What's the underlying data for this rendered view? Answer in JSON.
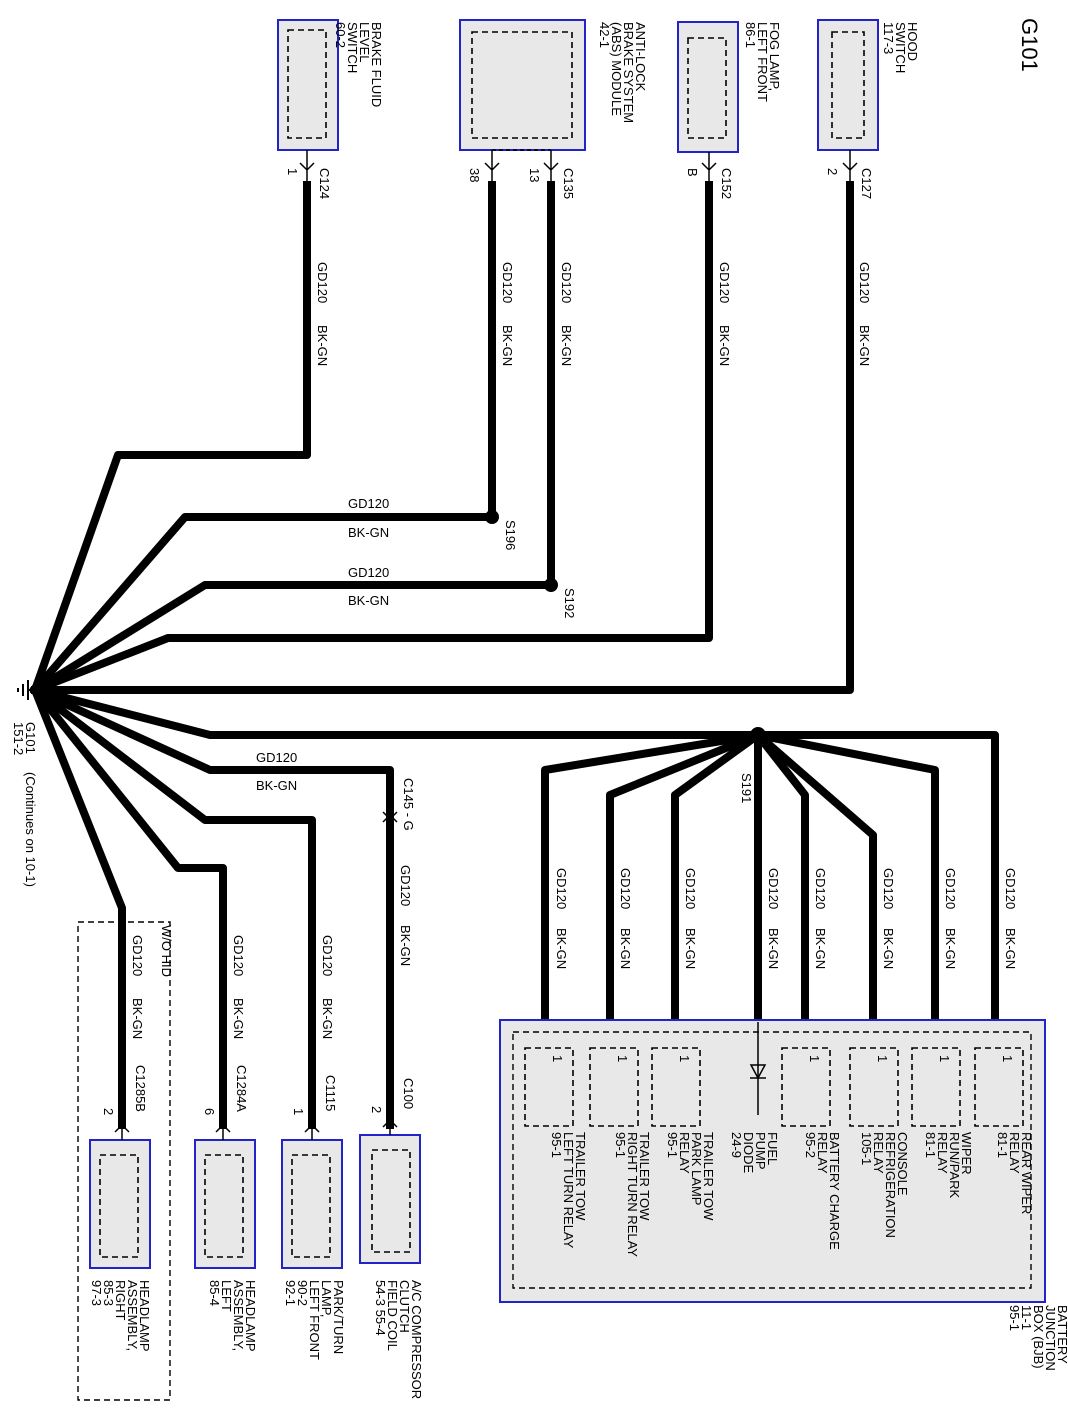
{
  "diagram": {
    "title": "G101",
    "wire_code": "GD120",
    "wire_color": "BK-GN",
    "ground": {
      "id": "G101",
      "ref": "151-2",
      "note": "(Continues on 10-1)"
    },
    "splices": {
      "s196": "S196",
      "s192": "S192",
      "s191": "S191"
    },
    "inline_connector": "C145 - G",
    "option_box": "W/O HID",
    "top_components": [
      {
        "lines": [
          "BRAKE FLUID",
          "LEVEL",
          "SWITCH",
          "60-2"
        ],
        "connector": "C124",
        "pin": "1"
      },
      {
        "lines": [
          "ANTI-LOCK",
          "BRAKE SYSTEM",
          "(ABS) MODULE",
          "42-1"
        ],
        "connector": "C135",
        "pin": "13",
        "pin2": "38"
      },
      {
        "lines": [
          "FOG LAMP,",
          "LEFT FRONT",
          "86-1"
        ],
        "connector": "C152",
        "pin": "B"
      },
      {
        "lines": [
          "HOOD",
          "SWITCH",
          "117-3"
        ],
        "connector": "C127",
        "pin": "2"
      }
    ],
    "bottom_components": [
      {
        "lines": [
          "HEADLAMP",
          "ASSEMBLY,",
          "RIGHT",
          "85-3",
          "97-3"
        ],
        "connector": "C1285B",
        "pin": "2"
      },
      {
        "lines": [
          "HEADLAMP",
          "ASSEMBLY,",
          "LEFT",
          "85-4"
        ],
        "connector": "C1284A",
        "pin": "6"
      },
      {
        "lines": [
          "PARK/TURN",
          "LAMP,",
          "LEFT FRONT",
          "90-2",
          "92-1"
        ],
        "connector": "C1115",
        "pin": "1"
      },
      {
        "lines": [
          "A/C COMPRESSOR",
          "CLUTCH",
          "FIELD COIL",
          "54-3     55-4"
        ],
        "connector": "C100",
        "pin": "2"
      }
    ],
    "bjb": {
      "lines": [
        "BATTERY",
        "JUNCTION",
        "BOX (BJB)",
        "11-1",
        "95-1"
      ],
      "items": [
        {
          "lines": [
            "TRAILER TOW",
            "LEFT TURN RELAY",
            "95-1"
          ],
          "pin": "1"
        },
        {
          "lines": [
            "TRAILER TOW",
            "RIGHT TURN RELAY",
            "95-1"
          ],
          "pin": "1"
        },
        {
          "lines": [
            "TRAILER TOW",
            "PARK LAMP",
            "RELAY",
            "95-1"
          ],
          "pin": "1"
        },
        {
          "lines": [
            "FUEL",
            "PUMP",
            "DIODE",
            "24-9"
          ],
          "pin": ""
        },
        {
          "lines": [
            "BATTERY CHARGE",
            "RELAY",
            "95-2"
          ],
          "pin": "1"
        },
        {
          "lines": [
            "CONSOLE",
            "REFRIGERATION",
            "RELAY",
            "105-1"
          ],
          "pin": "1"
        },
        {
          "lines": [
            "WIPER",
            "RUN/PARK",
            "RELAY",
            "81-1"
          ],
          "pin": "1"
        },
        {
          "lines": [
            "REAR WIPER",
            "RELAY",
            "81-1"
          ],
          "pin": "1"
        }
      ]
    }
  }
}
